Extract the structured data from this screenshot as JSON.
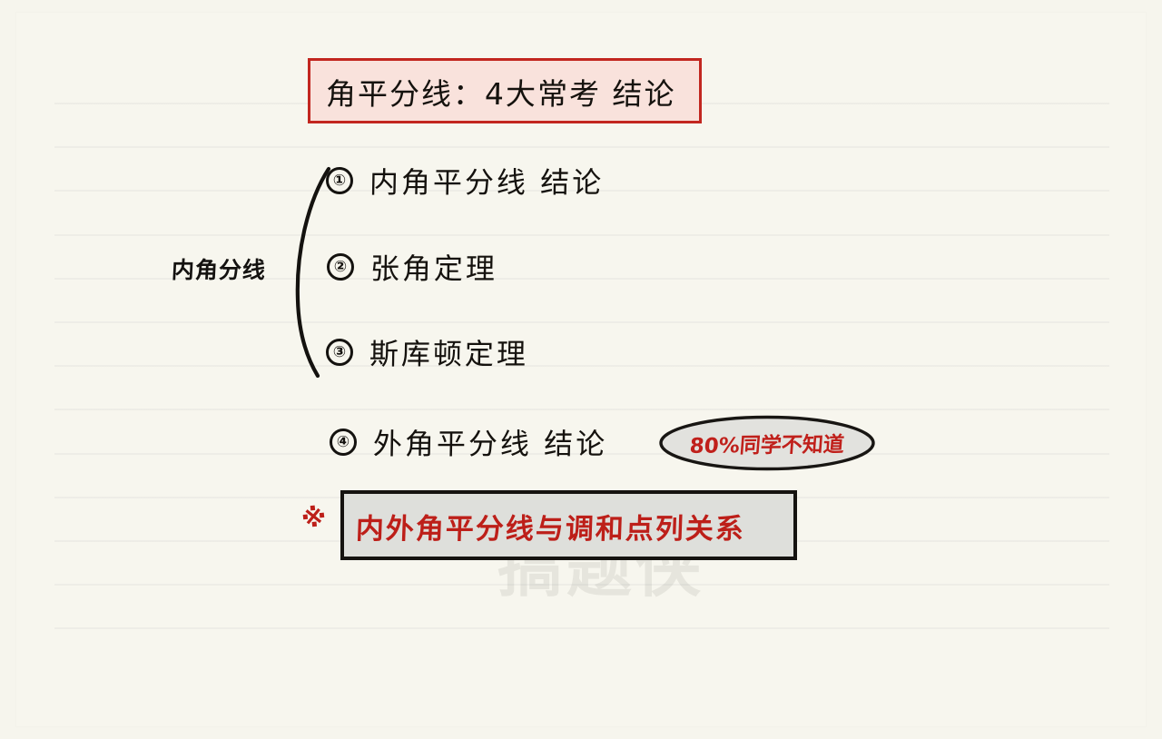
{
  "page": {
    "background_color": "#f7f6ee",
    "rule_line_color": "#d6d4c8",
    "watermark": "搞题侠"
  },
  "title": {
    "text": "角平分线：4大常考 结论",
    "border_color": "#c2261f",
    "fill_color": "#f9e2dc"
  },
  "side_label": {
    "text": "内角分线"
  },
  "items": [
    {
      "marker": "①",
      "text": "内角平分线 结论"
    },
    {
      "marker": "②",
      "text": "张角定理"
    },
    {
      "marker": "③",
      "text": "斯库顿定理"
    },
    {
      "marker": "④",
      "text": "外角平分线 结论"
    }
  ],
  "callout": {
    "text": "80%同学不知道",
    "text_color": "#c0201b",
    "fill_color": "#e2e2de",
    "border_color": "#181613"
  },
  "footnote": {
    "marker": "※",
    "text": "内外角平分线与调和点列关系",
    "text_color": "#bd1f19",
    "fill_color": "#dedfdb",
    "border_color": "#151310"
  }
}
